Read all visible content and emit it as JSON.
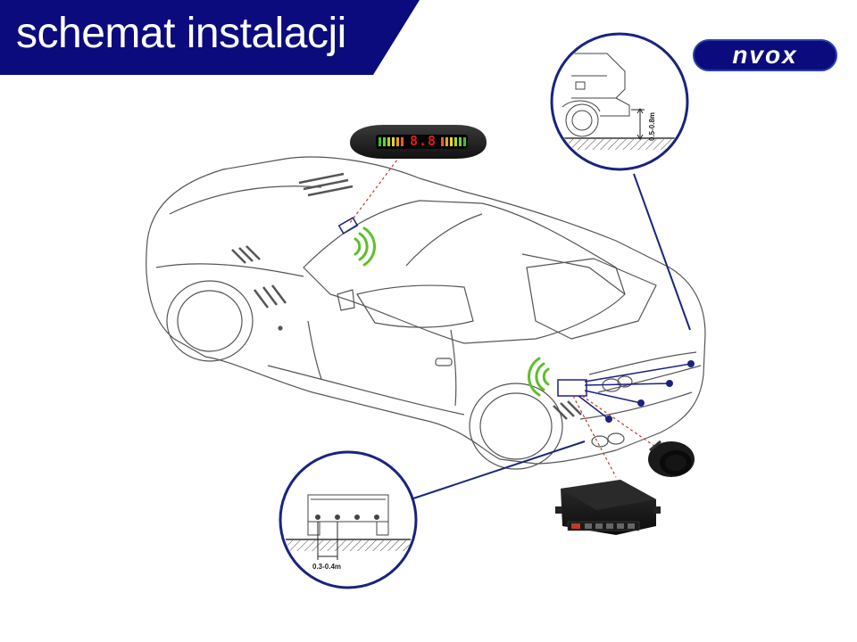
{
  "header": {
    "title": "schemat instalacji",
    "brand": "nvox",
    "banner_color": "#0b0b7d",
    "accent_color": "#2b3fa8"
  },
  "display": {
    "digits": "8.8"
  },
  "diagram": {
    "rear_height_label": "0.5-0.8m",
    "sensor_spacing_label": "0.3-0.4m",
    "signal_icon": "wifi-waves-icon",
    "signal_color": "#5fbf2a"
  }
}
